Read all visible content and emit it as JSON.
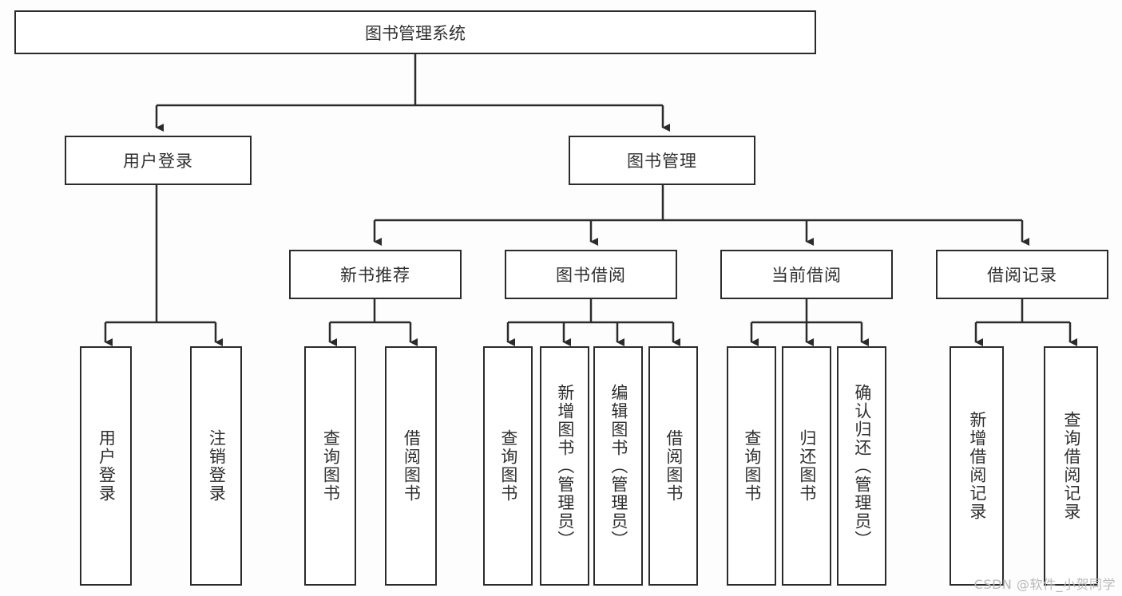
{
  "diagram": {
    "type": "tree",
    "title": "图书管理系统",
    "root": {
      "label": "图书管理系统"
    },
    "level2": [
      {
        "label": "用户登录"
      },
      {
        "label": "图书管理"
      }
    ],
    "level3": [
      {
        "label": "新书推荐"
      },
      {
        "label": "图书借阅"
      },
      {
        "label": "当前借阅"
      },
      {
        "label": "借阅记录"
      }
    ],
    "leaves": {
      "user_login": [
        {
          "label": "用户登录"
        },
        {
          "label": "注销登录"
        }
      ],
      "new_book_recommend": [
        {
          "label": "查询图书"
        },
        {
          "label": "借阅图书"
        }
      ],
      "book_borrow": [
        {
          "label": "查询图书"
        },
        {
          "label": "新增图书（管理员）"
        },
        {
          "label": "编辑图书（管理员）"
        },
        {
          "label": "借阅图书"
        }
      ],
      "current_borrow": [
        {
          "label": "查询图书"
        },
        {
          "label": "归还图书"
        },
        {
          "label": "确认归还（管理员）"
        }
      ],
      "borrow_record": [
        {
          "label": "新增借阅记录"
        },
        {
          "label": "查询借阅记录"
        }
      ]
    }
  },
  "watermark": {
    "text": "CSDN @软件_小贺同学"
  },
  "colors": {
    "border": "#2b2b2b",
    "text": "#2f2f2f",
    "background": "#fdfdfd",
    "watermark": "#b9b9b9"
  }
}
